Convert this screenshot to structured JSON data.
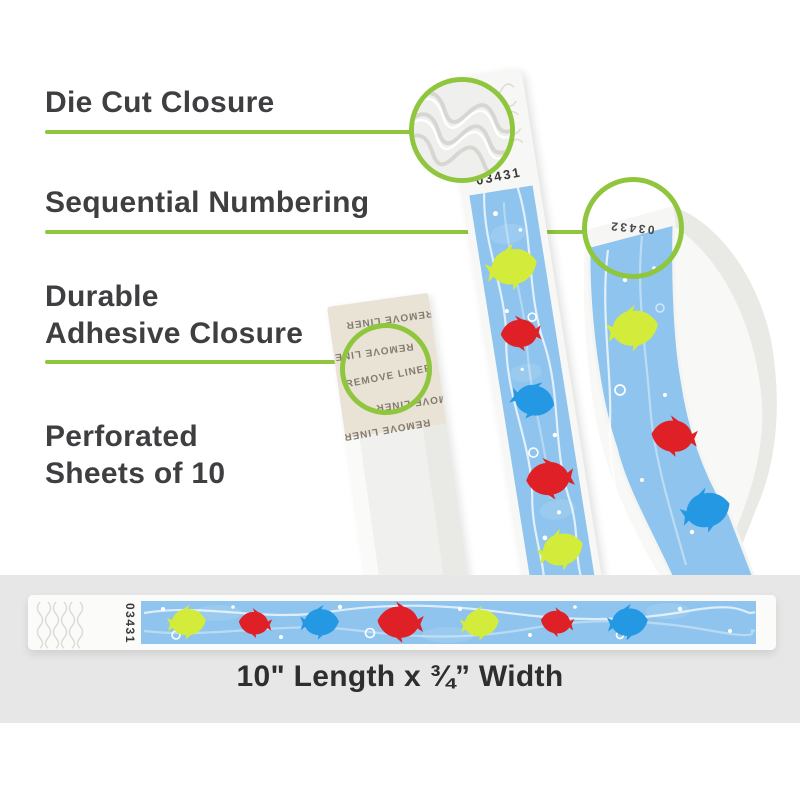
{
  "annotations": {
    "die_cut": {
      "label": "Die Cut Closure"
    },
    "sequential": {
      "label": "Sequential Numbering"
    },
    "adhesive": {
      "label_line1": "Durable",
      "label_line2": "Adhesive Closure"
    },
    "perforated": {
      "label_line1": "Perforated",
      "label_line2": "Sheets of 10"
    }
  },
  "wristband": {
    "serial_front": "03431",
    "serial_loop": "03432",
    "liner_text": "REMOVE LINER",
    "dimension_label": "10\" Length x ¾” Width"
  },
  "colors": {
    "accent_green": "#8fc63e",
    "band_blue": "#8ec4ed",
    "fish_yellow": "#d3ec3b",
    "fish_red": "#df2127",
    "fish_blue": "#2598e4",
    "label_text": "#3f3f42",
    "panel_gray": "#e7e7e7",
    "liner_beige": "#e9e3d5"
  }
}
